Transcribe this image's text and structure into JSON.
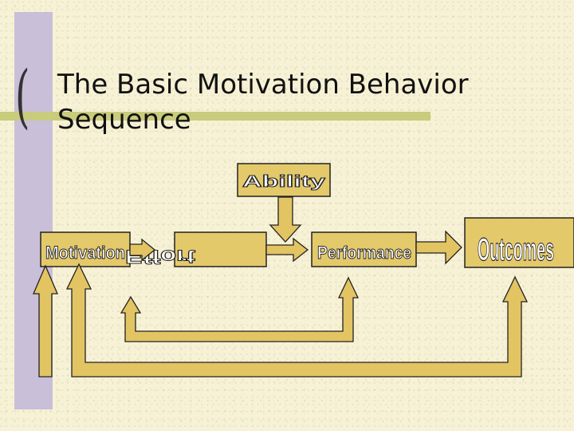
{
  "title": {
    "line1": "The Basic Motivation Behavior",
    "line2": "Sequence"
  },
  "nodes": {
    "motivation": "Motivation",
    "effort": "Effort",
    "ability": "Ability",
    "performance": "Performance",
    "outcomes": "Outcomes"
  },
  "colors": {
    "box_fill": "#e4c96b",
    "arrow_fill": "#e2c463",
    "outline": "#222222",
    "stripe": "#c9bfd9",
    "accent_bar": "#c8cc7c"
  }
}
